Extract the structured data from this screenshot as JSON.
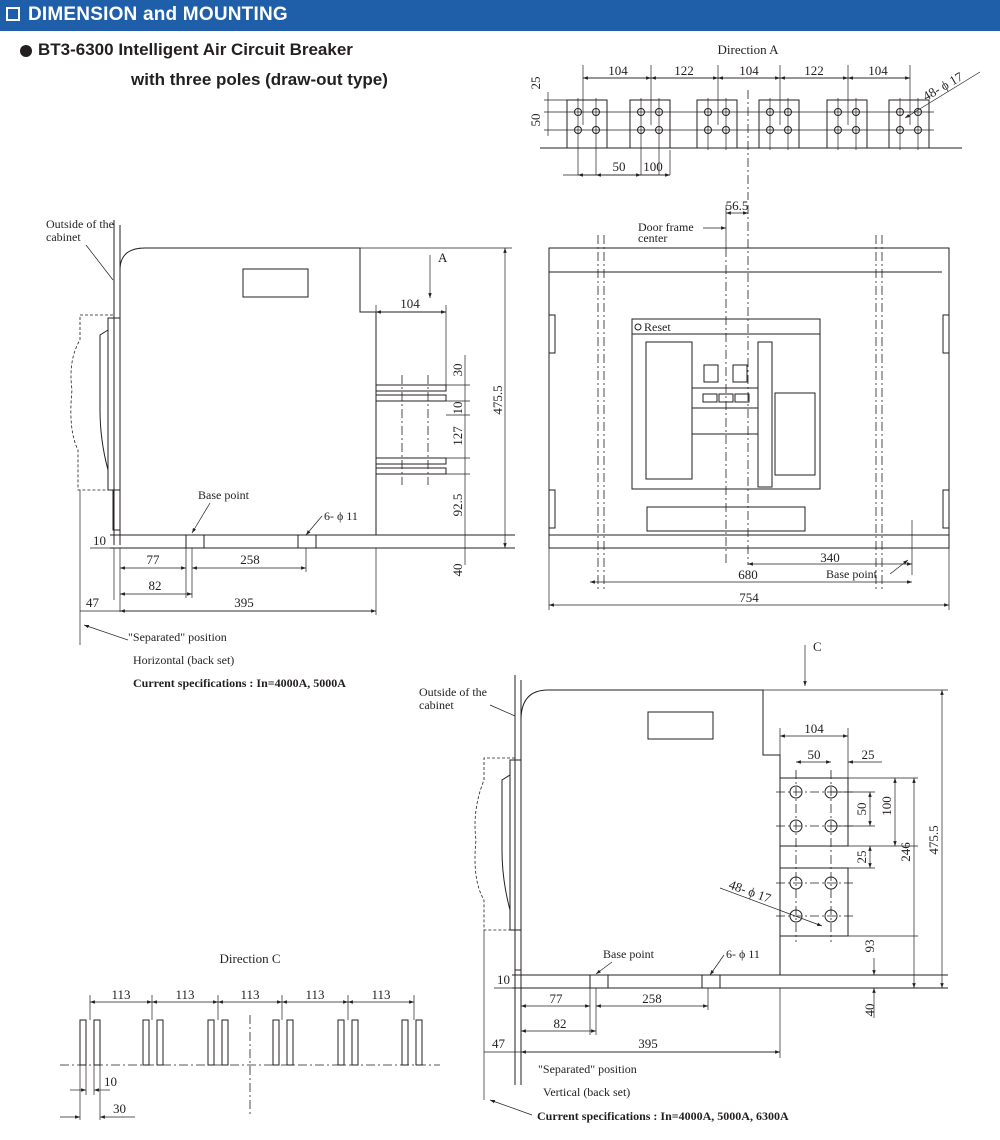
{
  "header": {
    "title": "DIMENSION and MOUNTING"
  },
  "product": {
    "line1": "BT3-6300 Intelligent Air Circuit Breaker",
    "line2": "with three poles (draw-out type)"
  },
  "direction_a": {
    "title": "Direction A",
    "dims": {
      "d25": "25",
      "d50": "50",
      "d104a": "104",
      "d122a": "122",
      "d104b": "104",
      "d122b": "122",
      "d104c": "104",
      "b50": "50",
      "b100": "100",
      "holes": "48- ϕ 17"
    }
  },
  "side_horizontal": {
    "cabinet_label": "Outside of the\ncabinet",
    "cabinet_line1": "Outside of the",
    "cabinet_line2": "cabinet",
    "arrow_label": "A",
    "base_point": "Base point",
    "holes": "6- ϕ 11",
    "dims": {
      "d104": "104",
      "d30": "30",
      "d10": "10",
      "d127": "127",
      "d92_5": "92.5",
      "d40": "40",
      "d475_5": "475.5",
      "d10b": "10",
      "d77": "77",
      "d258": "258",
      "d82": "82",
      "d47": "47",
      "d395": "395"
    },
    "separated": "\"Separated\" position",
    "mount": "Horizontal (back set)",
    "spec": "Current specifications : In=4000A, 5000A"
  },
  "front": {
    "door_frame_line1": "Door frame",
    "door_frame_line2": "center",
    "reset": "Reset",
    "base_point": "Base point",
    "dims": {
      "d56_5": "56.5",
      "d340": "340",
      "d680": "680",
      "d754": "754"
    }
  },
  "side_vertical": {
    "arrow_label": "C",
    "cabinet_line1": "Outside of the",
    "cabinet_line2": "cabinet",
    "base_point": "Base point",
    "holes_small": "6- ϕ 11",
    "holes_big": "48- ϕ 17",
    "dims": {
      "d104": "104",
      "d50h": "50",
      "d25h": "25",
      "d50v": "50",
      "d100": "100",
      "d25v": "25",
      "d246": "246",
      "d475_5": "475.5",
      "d93": "93",
      "d40": "40",
      "d10": "10",
      "d77": "77",
      "d258": "258",
      "d82": "82",
      "d47": "47",
      "d395": "395"
    },
    "separated": "\"Separated\" position",
    "mount": "Vertical (back set)",
    "spec": "Current specifications : In=4000A, 5000A, 6300A"
  },
  "direction_c": {
    "title": "Direction C",
    "dims": {
      "d113a": "113",
      "d113b": "113",
      "d113c": "113",
      "d113d": "113",
      "d113e": "113",
      "d10": "10",
      "d30": "30"
    }
  },
  "colors": {
    "header_bg": "#1f5fa9",
    "header_text": "#ffffff",
    "ink": "#231f20"
  }
}
